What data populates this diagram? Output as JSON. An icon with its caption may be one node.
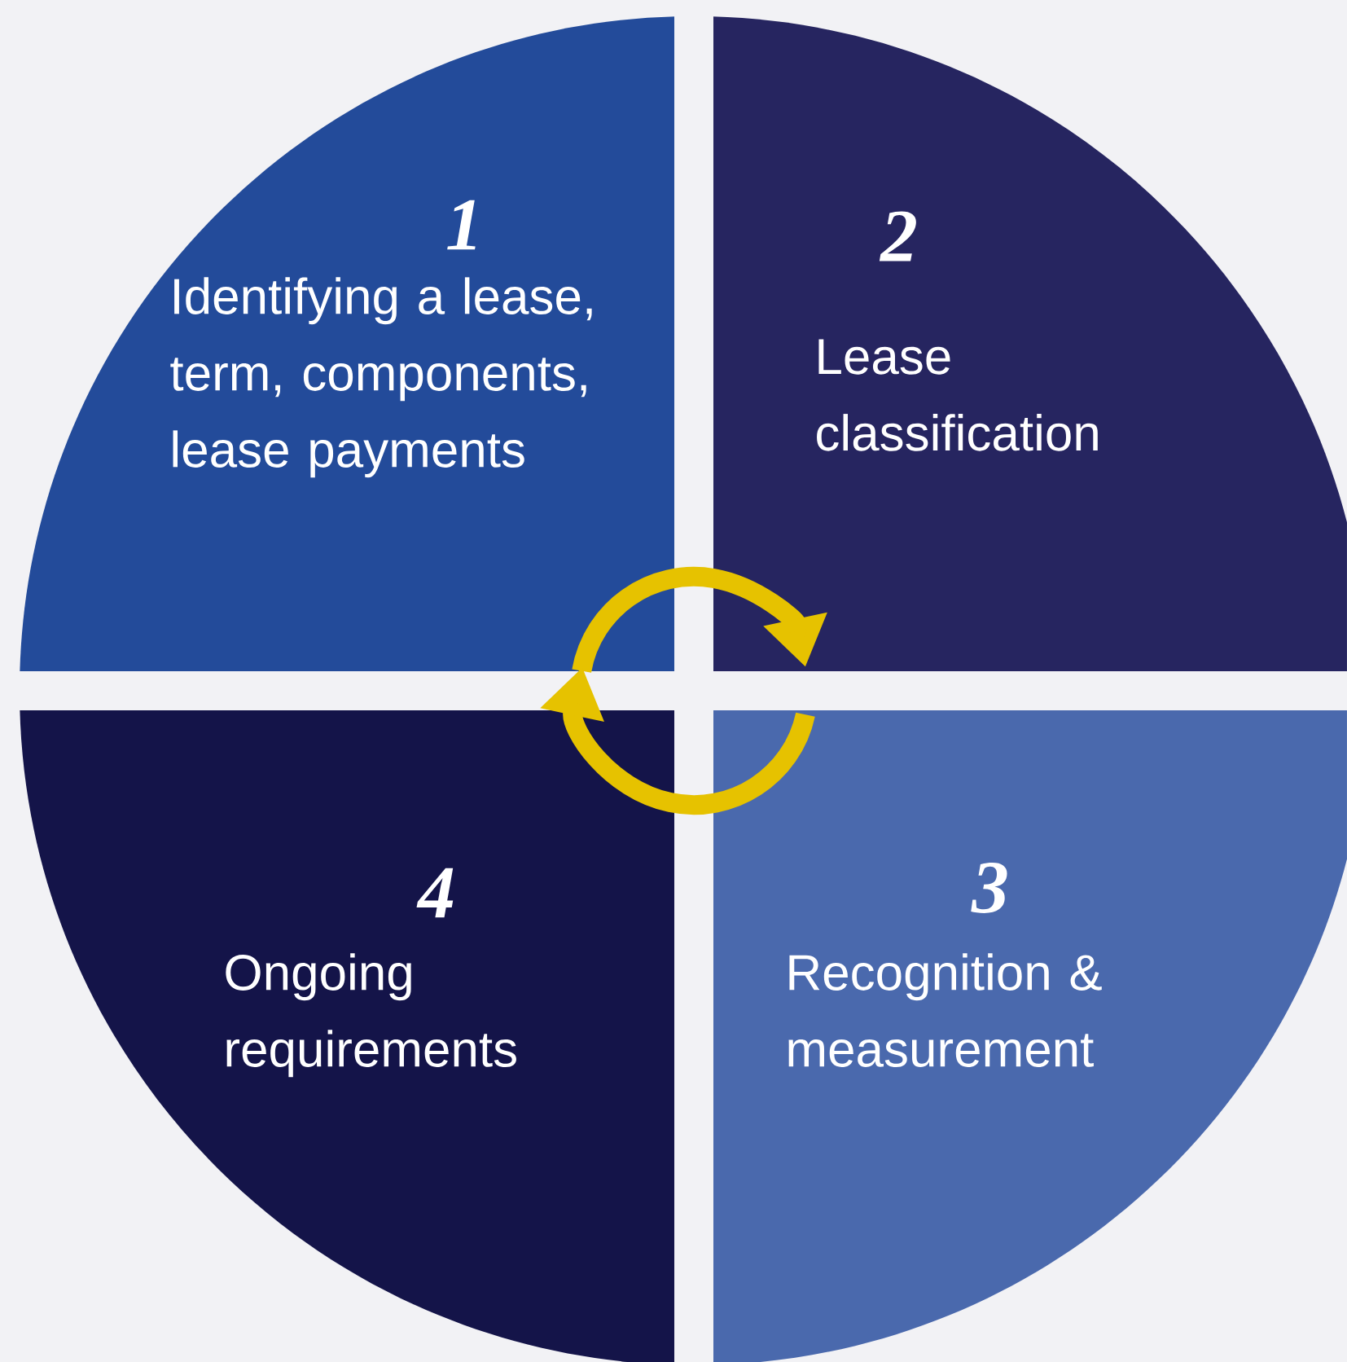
{
  "diagram": {
    "nodes": [
      {
        "text": [
          "1",
          "Identifying a lease, term, components, lease payments"
        ]
      },
      {
        "text": [
          "2",
          "Lease classification"
        ]
      },
      {
        "text": [
          "3",
          "Recognition & measurement"
        ]
      },
      {
        "text": [
          "4",
          "Ongoing requirements"
        ]
      }
    ],
    "edges": [
      {
        "from": 0,
        "to": 1,
        "arrow": "to",
        "color": "#e6c200"
      },
      {
        "from": 2,
        "to": 3,
        "arrow": "to",
        "color": "#e6c200"
      }
    ]
  }
}
